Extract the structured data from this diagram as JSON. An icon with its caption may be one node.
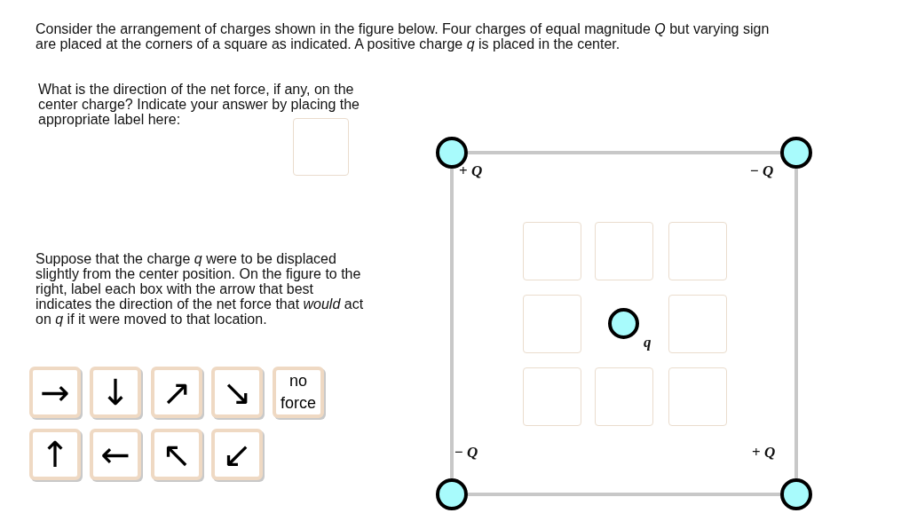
{
  "diagram": {
    "nodes": [
      {
        "text": [],
        "shape": "box"
      },
      {
        "text": [],
        "shape": "circle",
        "beside": [
          "+ *Q*"
        ]
      },
      {
        "text": [],
        "shape": "circle",
        "beside": [
          "− *Q*"
        ]
      },
      {
        "text": [],
        "shape": "box"
      },
      {
        "text": [],
        "shape": "box"
      },
      {
        "text": [],
        "shape": "box"
      },
      {
        "text": [],
        "shape": "box"
      },
      {
        "text": [],
        "shape": "circle",
        "beside": [
          "q"
        ]
      },
      {
        "text": [],
        "shape": "box"
      },
      {
        "text": [],
        "shape": "box"
      },
      {
        "text": [],
        "shape": "box"
      },
      {
        "text": [],
        "shape": "box"
      },
      {
        "text": [],
        "shape": "circle",
        "beside": [
          "− *Q*"
        ]
      },
      {
        "text": [],
        "shape": "circle",
        "beside": [
          "+ *Q*"
        ]
      },
      {
        "text": [
          "→"
        ]
      },
      {
        "text": [
          "↓"
        ]
      },
      {
        "text": [
          "↗"
        ]
      },
      {
        "text": [
          "↘"
        ]
      },
      {
        "text": [
          "no force"
        ]
      },
      {
        "text": [
          "↑"
        ]
      },
      {
        "text": [
          "←"
        ]
      },
      {
        "text": [
          "↖"
        ]
      },
      {
        "text": [
          "↙"
        ]
      }
    ],
    "edges": [
      {
        "from": 1,
        "to": 2,
        "arrow": "none"
      },
      {
        "from": 2,
        "to": 13,
        "arrow": "none"
      },
      {
        "from": 13,
        "to": 12,
        "arrow": "none"
      },
      {
        "from": 12,
        "to": 1,
        "arrow": "none"
      }
    ],
    "labels": [
      "Consider the arrangement of charges shown in the figure below. Four charges of equal magnitude *Q* but varying sign are placed at the corners of a square as indicated. A positive charge *q* is placed in the center.",
      "What is the direction of the net force, if any, on the center charge? Indicate your answer by placing the appropriate label here:",
      "Suppose that the charge *q* were to be displaced slightly from the center position. On the figure to the right, label each box with the arrow that best indicates the direction of the net force that *would* act on *q* if it were moved to that location."
    ]
  }
}
